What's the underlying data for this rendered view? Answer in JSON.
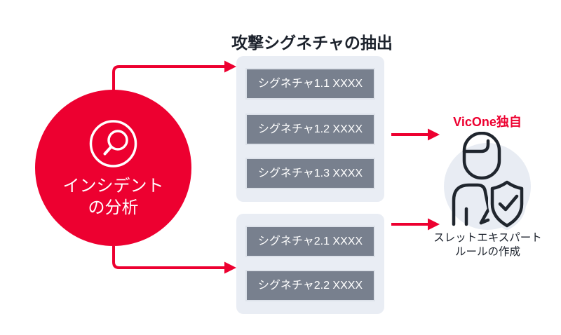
{
  "palette": {
    "accent_red": "#ed0030",
    "dark_text": "#1c222c",
    "container_bg": "#e9edf4",
    "signature_box_bg": "#78808e",
    "signature_box_border": "#dde2ea",
    "expert_icon_bg": "#e8ecf3",
    "white": "#ffffff"
  },
  "incident": {
    "icon": "magnifier-icon",
    "label_line1": "インシデント",
    "label_line2": "の分析"
  },
  "extraction": {
    "title": "攻撃シグネチャの抽出",
    "groups": [
      {
        "items": [
          "シグネチャ1.1 XXXX",
          "シグネチャ1.2 XXXX",
          "シグネチャ1.3 XXXX"
        ]
      },
      {
        "items": [
          "シグネチャ2.1 XXXX",
          "シグネチャ2.2 XXXX"
        ]
      }
    ]
  },
  "expert": {
    "badge": "VicOne独自",
    "icon": "threat-expert-shield-icon",
    "caption_line1": "スレットエキスパート",
    "caption_line2": "ルールの作成"
  },
  "arrows": [
    "incident-to-group1",
    "incident-to-group2",
    "group1-to-expert",
    "group2-to-expert"
  ]
}
